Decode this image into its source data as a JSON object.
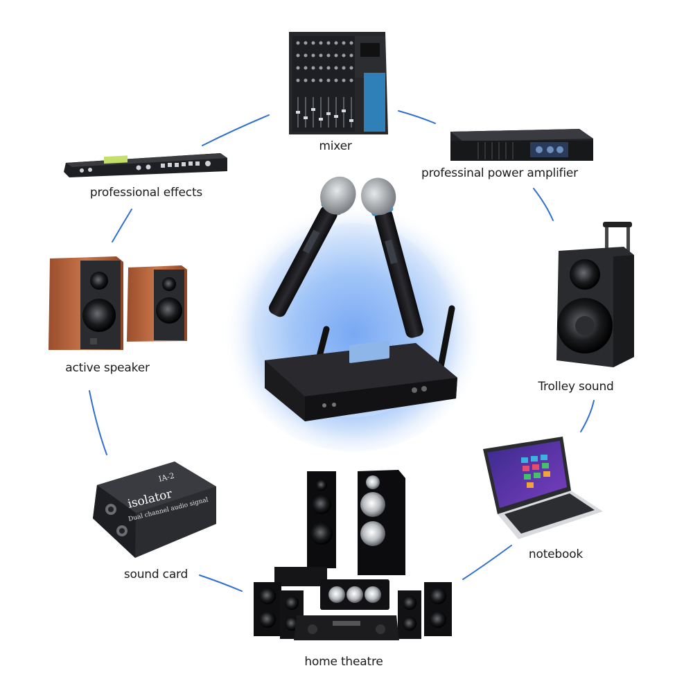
{
  "diagram": {
    "center": {
      "name": "wireless-microphone-system",
      "icon": "dual-handheld-microphones-with-receiver"
    },
    "nodes": [
      {
        "key": "mixer",
        "label": "mixer",
        "icon": "mixer-console-icon"
      },
      {
        "key": "amplifier",
        "label": "professinal power amplifier",
        "icon": "power-amplifier-icon"
      },
      {
        "key": "trolley",
        "label": "Trolley sound",
        "icon": "trolley-speaker-icon"
      },
      {
        "key": "notebook",
        "label": "notebook",
        "icon": "laptop-icon"
      },
      {
        "key": "theatre",
        "label": "home theatre",
        "icon": "home-theatre-icon"
      },
      {
        "key": "soundcard",
        "label": "sound card",
        "icon": "isolator-box-icon"
      },
      {
        "key": "speaker",
        "label": "active speaker",
        "icon": "bookshelf-speakers-icon"
      },
      {
        "key": "effects",
        "label": "professional effects",
        "icon": "effects-processor-icon"
      }
    ],
    "device_text": {
      "isolator_model": "IA-2",
      "isolator_brand": "isolator",
      "isolator_sub": "Dual channel audio signal"
    },
    "colors": {
      "connector": "#2f6fd1",
      "glow": "#4d8ef0",
      "wood": "#b8623a",
      "device": "#1c1c1e"
    }
  }
}
